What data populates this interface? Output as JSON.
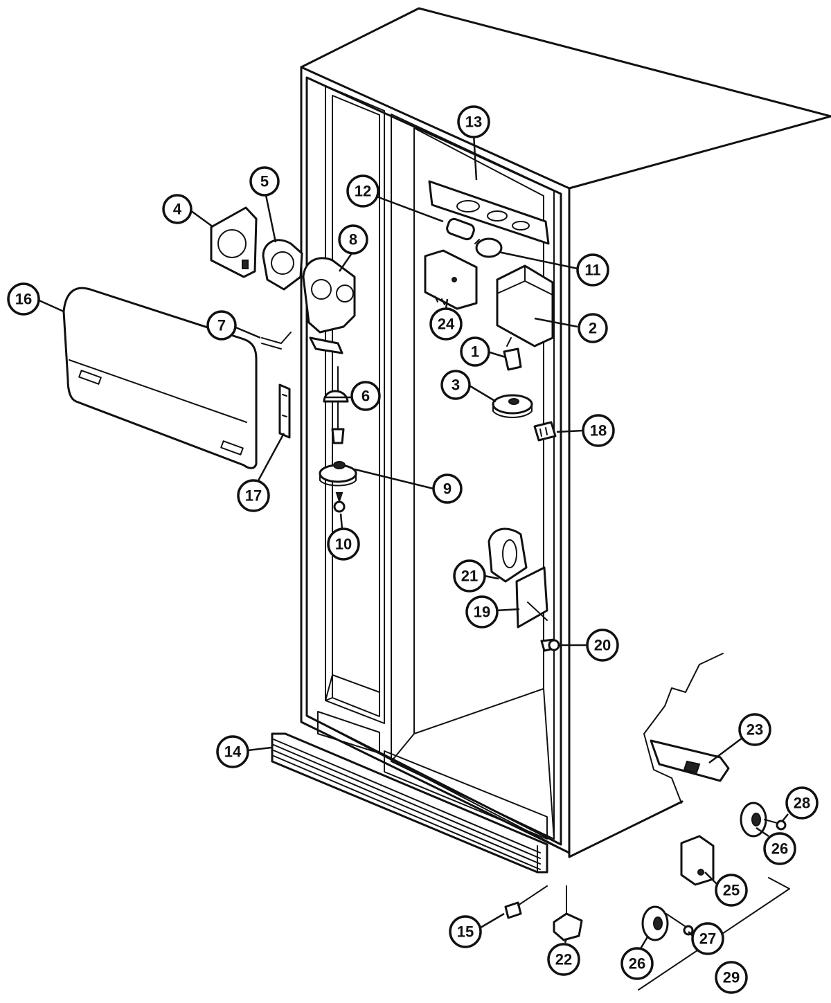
{
  "callouts": [
    {
      "id": "1",
      "label": "1"
    },
    {
      "id": "2",
      "label": "2"
    },
    {
      "id": "3",
      "label": "3"
    },
    {
      "id": "4",
      "label": "4"
    },
    {
      "id": "5",
      "label": "5"
    },
    {
      "id": "6",
      "label": "6"
    },
    {
      "id": "7",
      "label": "7"
    },
    {
      "id": "8",
      "label": "8"
    },
    {
      "id": "9",
      "label": "9"
    },
    {
      "id": "10",
      "label": "10"
    },
    {
      "id": "11",
      "label": "11"
    },
    {
      "id": "12",
      "label": "12"
    },
    {
      "id": "13",
      "label": "13"
    },
    {
      "id": "14",
      "label": "14"
    },
    {
      "id": "15",
      "label": "15"
    },
    {
      "id": "16",
      "label": "16"
    },
    {
      "id": "17",
      "label": "17"
    },
    {
      "id": "18",
      "label": "18"
    },
    {
      "id": "19",
      "label": "19"
    },
    {
      "id": "20",
      "label": "20"
    },
    {
      "id": "21",
      "label": "21"
    },
    {
      "id": "22",
      "label": "22"
    },
    {
      "id": "23",
      "label": "23"
    },
    {
      "id": "24",
      "label": "24"
    },
    {
      "id": "25",
      "label": "25"
    },
    {
      "id": "26a",
      "label": "26"
    },
    {
      "id": "26b",
      "label": "26"
    },
    {
      "id": "27",
      "label": "27"
    },
    {
      "id": "28",
      "label": "28"
    },
    {
      "id": "29",
      "label": "29"
    }
  ]
}
